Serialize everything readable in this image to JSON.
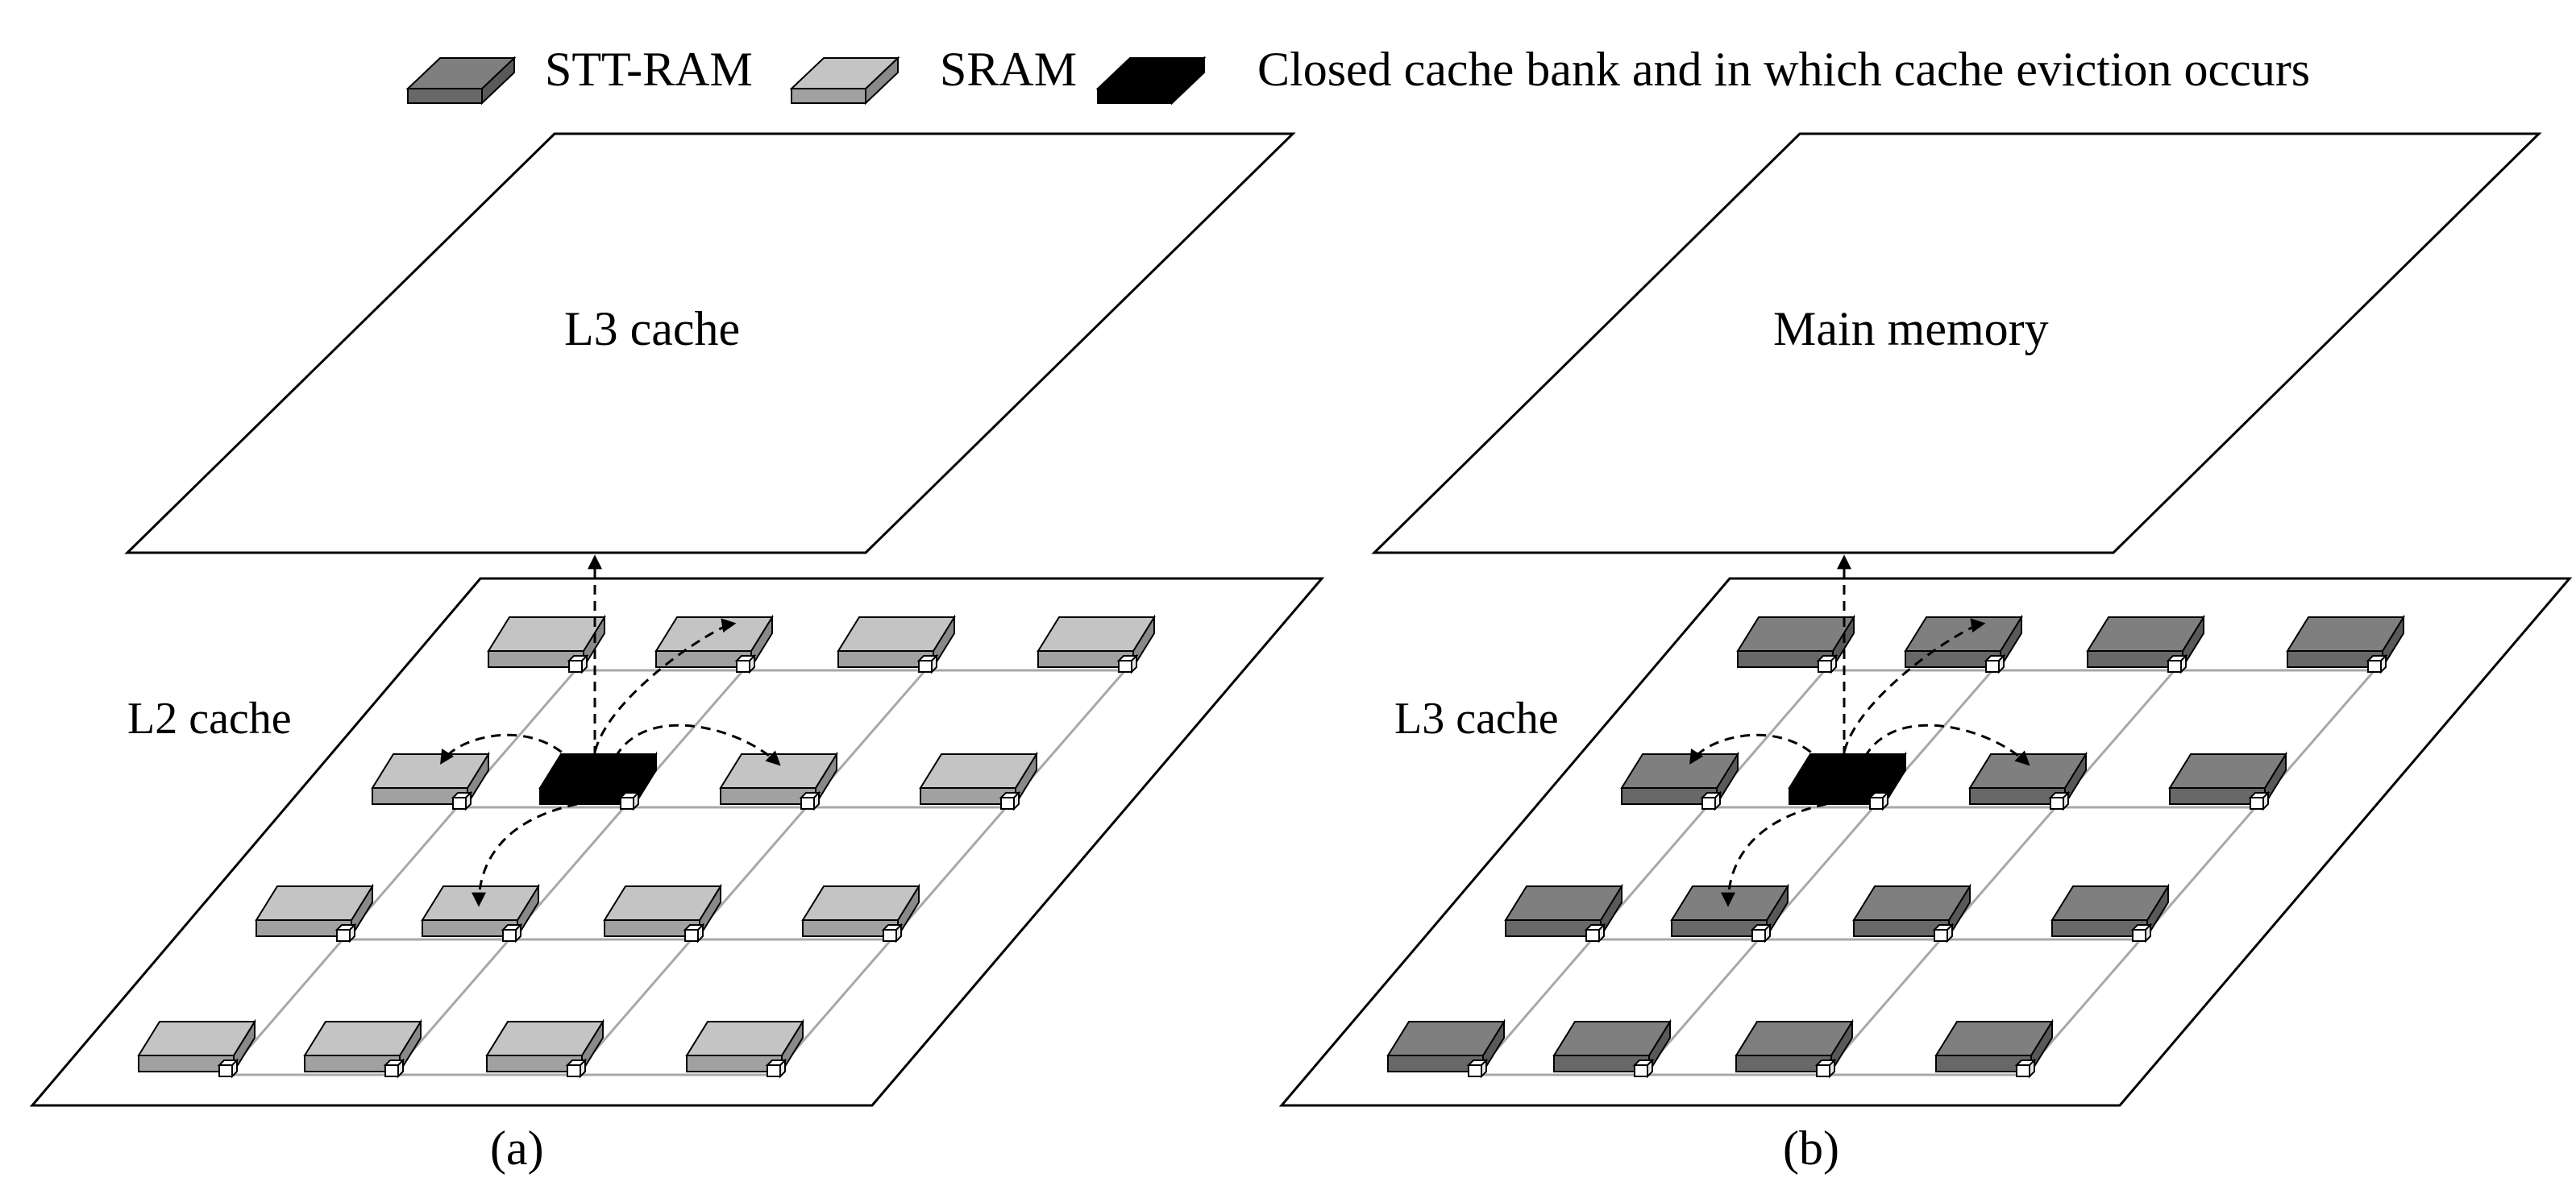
{
  "legend": {
    "items": [
      {
        "name": "stt-ram",
        "label": "STT-RAM",
        "color": "#7f7f7f"
      },
      {
        "name": "sram",
        "label": "SRAM",
        "color": "#c4c4c4"
      },
      {
        "name": "closed",
        "label": "Closed cache bank and in which cache eviction occurs",
        "color": "#000000"
      }
    ]
  },
  "panels": [
    {
      "id": "a",
      "top_label": "L3 cache",
      "side_label": "L2 cache",
      "caption": "(a)",
      "bank_type": "sram",
      "closed_bank": [
        1,
        1
      ]
    },
    {
      "id": "b",
      "top_label": "Main memory",
      "side_label": "L3 cache",
      "caption": "(b)",
      "bank_type": "stt-ram",
      "closed_bank": [
        1,
        1
      ]
    }
  ],
  "colors": {
    "stt-ram": "#7f7f7f",
    "sram": "#c4c4c4",
    "closed": "#000000",
    "grid_line": "#a8a8a8",
    "outline": "#000000"
  }
}
